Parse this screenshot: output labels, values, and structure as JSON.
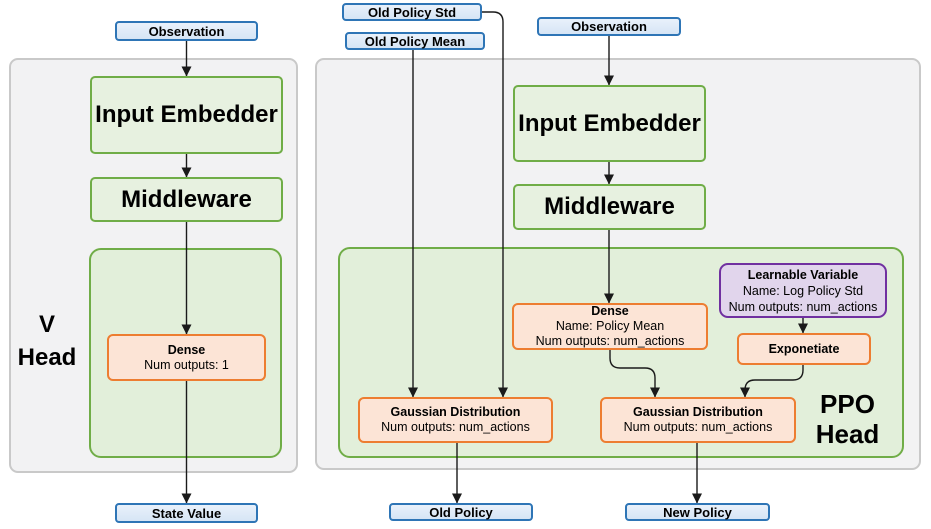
{
  "colors": {
    "blue_fill": "#DDEBF7",
    "blue_border": "#2E75B6",
    "green_fill": "#E2EFDA",
    "green_border": "#70AD47",
    "orange_fill": "#FCE4D6",
    "orange_border": "#ED7D31",
    "purple_fill": "#E1D5EC",
    "purple_border": "#7030A0",
    "gray_fill": "#F2F2F3",
    "gray_border": "#C9C9C9",
    "arrow": "#1A1A1A"
  },
  "v_head": {
    "title_line1": "V",
    "title_line2": "Head",
    "observation_label": "Observation",
    "input_embedder_label": "Input Embedder",
    "middleware_label": "Middleware",
    "dense": {
      "title": "Dense",
      "outputs": "Num outputs: 1"
    },
    "state_value_label": "State Value"
  },
  "ppo_head": {
    "title_line1": "PPO",
    "title_line2": "Head",
    "old_policy_std_label": "Old Policy Std",
    "old_policy_mean_label": "Old Policy Mean",
    "observation_label": "Observation",
    "input_embedder_label": "Input Embedder",
    "middleware_label": "Middleware",
    "dense": {
      "title": "Dense",
      "name": "Name: Policy Mean",
      "outputs": "Num outputs: num_actions"
    },
    "learnable_variable": {
      "title": "Learnable Variable",
      "name": "Name: Log Policy Std",
      "outputs": "Num outputs: num_actions"
    },
    "exponetiate_label": "Exponetiate",
    "gaussian_old": {
      "title": "Gaussian Distribution",
      "outputs": "Num outputs: num_actions"
    },
    "gaussian_new": {
      "title": "Gaussian Distribution",
      "outputs": "Num outputs: num_actions"
    },
    "old_policy_label": "Old Policy",
    "new_policy_label": "New Policy"
  }
}
